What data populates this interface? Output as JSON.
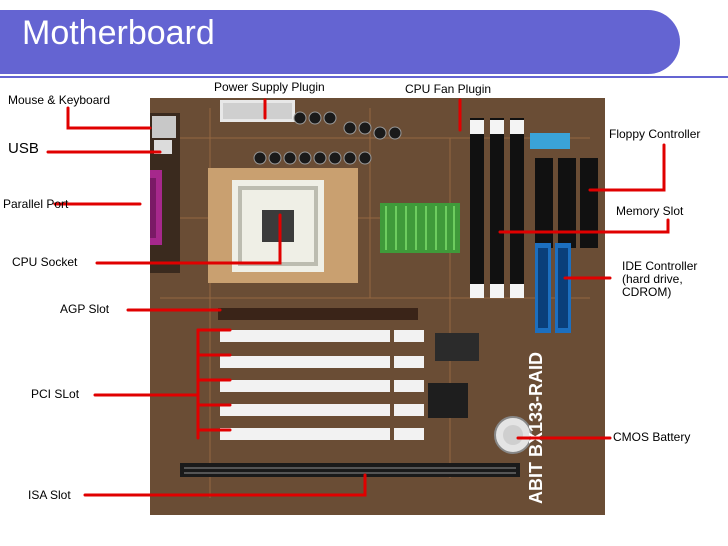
{
  "header": {
    "title": "Motherboard"
  },
  "colors": {
    "header_bg": "#6464D2",
    "label_line": "#E00000",
    "board_base": "#5A4330"
  },
  "labels": {
    "mouse_keyboard": "Mouse & Keyboard",
    "usb": "USB",
    "parallel_port": "Parallel Port",
    "cpu_socket": "CPU Socket",
    "agp_slot": "AGP Slot",
    "pci_slot": "PCI SLot",
    "isa_slot": "ISA Slot",
    "power_supply": "Power Supply Plugin",
    "cpu_fan": "CPU Fan Plugin",
    "floppy": "Floppy Controller",
    "memory_slot": "Memory Slot",
    "ide_line1": "IDE Controller",
    "ide_line2": "(hard drive,",
    "ide_line3": "CDROM)",
    "cmos": "CMOS Battery"
  },
  "board": {
    "silkscreen": "ABIT BX133-RAID"
  }
}
